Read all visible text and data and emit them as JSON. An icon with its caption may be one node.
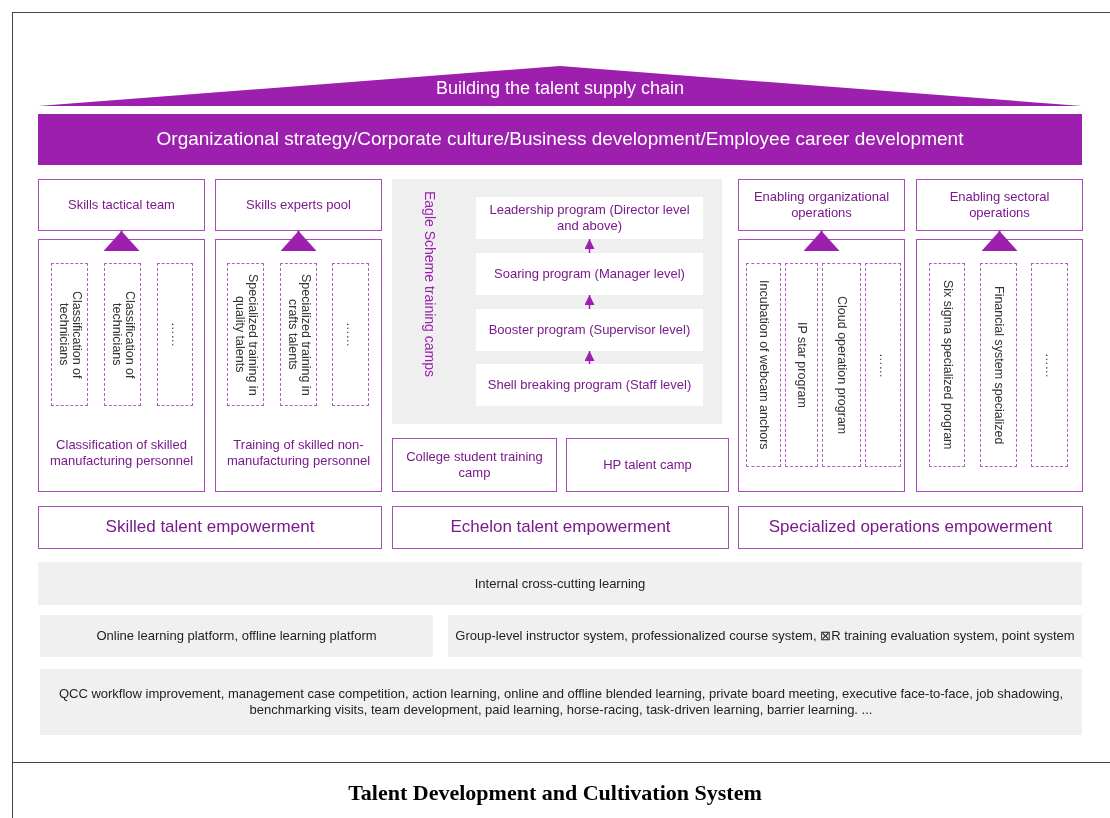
{
  "diagram": {
    "caption": "Talent Development and Cultivation System",
    "nodes": [
      {
        "text": [
          "Building the talent supply chain"
        ]
      },
      {
        "text": [
          "Organizational strategy/Corporate culture/Business development/Employee career development"
        ]
      },
      {
        "text": [
          "Skills tactical team"
        ]
      },
      {
        "text": [
          "Skills experts pool"
        ]
      },
      {
        "text": [
          "Eagle Scheme training camps"
        ]
      },
      {
        "text": [
          "Leadership program (Director level and above)"
        ],
        "in": 4
      },
      {
        "text": [
          "Soaring program (Manager level)"
        ],
        "in": 4
      },
      {
        "text": [
          "Booster program (Supervisor level)"
        ],
        "in": 4
      },
      {
        "text": [
          "Shell breaking program (Staff level)"
        ],
        "in": 4
      },
      {
        "text": [
          "Enabling organizational operations"
        ]
      },
      {
        "text": [
          "Enabling sectoral operations"
        ]
      },
      {
        "text": [
          "Classification of skilled manufacturing personnel"
        ]
      },
      {
        "text": [
          "Classification of technicians"
        ],
        "in": 11
      },
      {
        "text": [
          "Classification of technicians"
        ],
        "in": 11
      },
      {
        "text": [
          "……"
        ],
        "in": 11
      },
      {
        "text": [
          "Training of skilled non-manufacturing personnel"
        ]
      },
      {
        "text": [
          "Specialized training in quality talents"
        ],
        "in": 15
      },
      {
        "text": [
          "Specialized training in crafts talents"
        ],
        "in": 15
      },
      {
        "text": [
          "……"
        ],
        "in": 15
      },
      {
        "text": [],
        "shape": "box"
      },
      {
        "text": [
          "Incubation of webcam anchors"
        ],
        "in": 19
      },
      {
        "text": [
          "IP star program"
        ],
        "in": 19
      },
      {
        "text": [
          "Cloud operation program"
        ],
        "in": 19
      },
      {
        "text": [
          "……"
        ],
        "in": 19
      },
      {
        "text": [],
        "shape": "box"
      },
      {
        "text": [
          "Six sigma specialized program"
        ],
        "in": 24
      },
      {
        "text": [
          "Financial system specialized"
        ],
        "in": 24
      },
      {
        "text": [
          "……"
        ],
        "in": 24
      },
      {
        "text": [
          "College student training camp"
        ]
      },
      {
        "text": [
          "HP talent camp"
        ]
      },
      {
        "text": [
          "Skilled talent empowerment"
        ]
      },
      {
        "text": [
          "Echelon talent empowerment"
        ]
      },
      {
        "text": [
          "Specialized operations empowerment"
        ]
      },
      {
        "text": [
          "Internal cross-cutting learning"
        ]
      },
      {
        "text": [
          "Online learning platform, offline learning platform"
        ]
      },
      {
        "text": [
          "Group-level instructor system, professionalized course system, ⊠R training evaluation system, point system"
        ]
      },
      {
        "text": [
          "QCC workflow improvement, management case competition, action learning, online and offline blended learning, private board meeting, executive face-to-face, job shadowing, benchmarking visits, team development, paid learning, horse-racing, task-driven learning, barrier learning. ..."
        ]
      }
    ],
    "edges": [
      {
        "from": 11,
        "to": 2,
        "arrow": "to"
      },
      {
        "from": 15,
        "to": 3,
        "arrow": "to"
      },
      {
        "from": 8,
        "to": 7,
        "arrow": "to"
      },
      {
        "from": 7,
        "to": 6,
        "arrow": "to"
      },
      {
        "from": 6,
        "to": 5,
        "arrow": "to"
      },
      {
        "from": 19,
        "to": 9,
        "arrow": "to"
      },
      {
        "from": 24,
        "to": 10,
        "arrow": "to"
      }
    ]
  }
}
